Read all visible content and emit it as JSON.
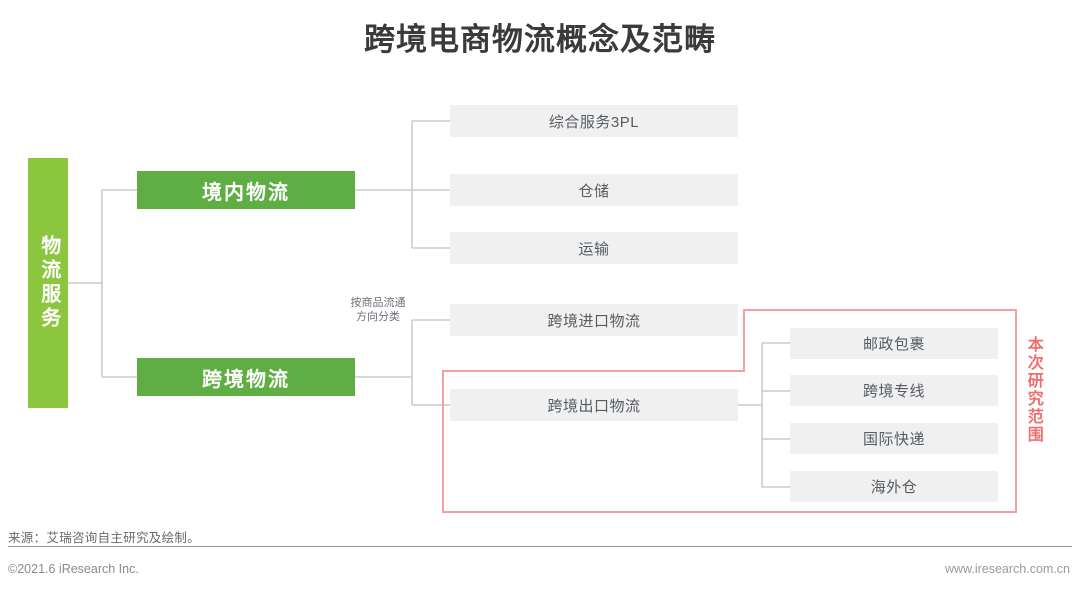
{
  "header": {
    "title": "跨境电商物流概念及范畴"
  },
  "diagram": {
    "root": {
      "label": "物流服务",
      "color": "#8CC63F"
    },
    "level2": [
      {
        "id": "domestic",
        "label": "境内物流",
        "color": "#5FAE44"
      },
      {
        "id": "crossborder",
        "label": "跨境物流",
        "color": "#5FAE44"
      }
    ],
    "annotation": "按商品流通方向分类",
    "domestic_children": [
      {
        "id": "3pl",
        "label": "综合服务3PL"
      },
      {
        "id": "ware",
        "label": "仓储"
      },
      {
        "id": "tran",
        "label": "运输"
      }
    ],
    "crossborder_children": [
      {
        "id": "import",
        "label": "跨境进口物流"
      },
      {
        "id": "export",
        "label": "跨境出口物流"
      }
    ],
    "export_children": [
      {
        "id": "post",
        "label": "邮政包裹"
      },
      {
        "id": "line",
        "label": "跨境专线"
      },
      {
        "id": "express",
        "label": "国际快递"
      },
      {
        "id": "oversea",
        "label": "海外仓"
      }
    ],
    "scope": {
      "label": "本次研究范围",
      "color": "#F06E6E"
    },
    "box_fill": "#F0F0F0",
    "wire_color": "#C9CBCD"
  },
  "footer": {
    "source": "来源：艾瑞咨询自主研究及绘制。",
    "copyright": "©2021.6 iResearch Inc.",
    "url": "www.iresearch.com.cn"
  }
}
